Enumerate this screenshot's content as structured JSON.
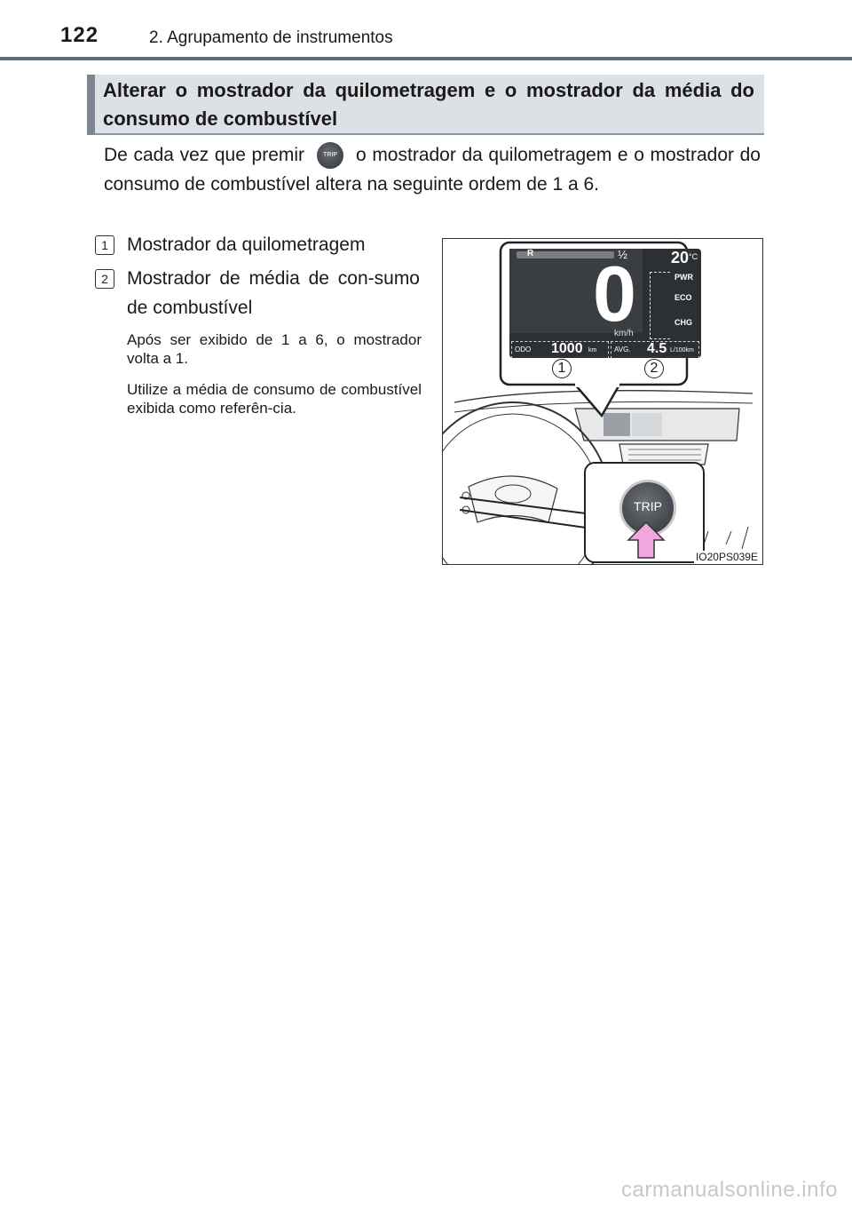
{
  "header": {
    "page_number": "122",
    "chapter": "2. Agrupamento de instrumentos"
  },
  "section": {
    "title": "Alterar o mostrador da quilometragem e o mostrador da média do consumo de combustível"
  },
  "intro": {
    "before_icon": "De cada vez que premir",
    "after_icon": "o mostrador da quilometragem e o mostrador do consumo de combustível altera na seguinte ordem de 1 a 6.",
    "icon": "trip-button-icon",
    "icon_label": "TRIP"
  },
  "items": [
    {
      "number": "1",
      "label": "Mostrador da quilometragem"
    },
    {
      "number": "2",
      "label": "Mostrador de média de con-sumo de combustível"
    }
  ],
  "notes": [
    "Após ser exibido de 1 a 6, o mostrador volta a 1.",
    "Utilize a média de consumo de combustível exibida como referên-cia."
  ],
  "figure": {
    "code": "IO20PS039E",
    "display": {
      "gear": "R",
      "fraction": "½",
      "temperature": "20",
      "temp_unit": "°C",
      "speed": "0",
      "speed_unit": "km/h",
      "power_labels": [
        "PWR",
        "ECO",
        "CHG"
      ],
      "odo_label": "ODO",
      "odo_value": "1000",
      "odo_unit": "km",
      "avg_label": "AVG.",
      "avg_value": "4.5",
      "avg_unit": "L/100km",
      "callout_1": "1",
      "callout_2": "2"
    },
    "button_label": "TRIP"
  },
  "watermark": "carmanualsonline.info"
}
